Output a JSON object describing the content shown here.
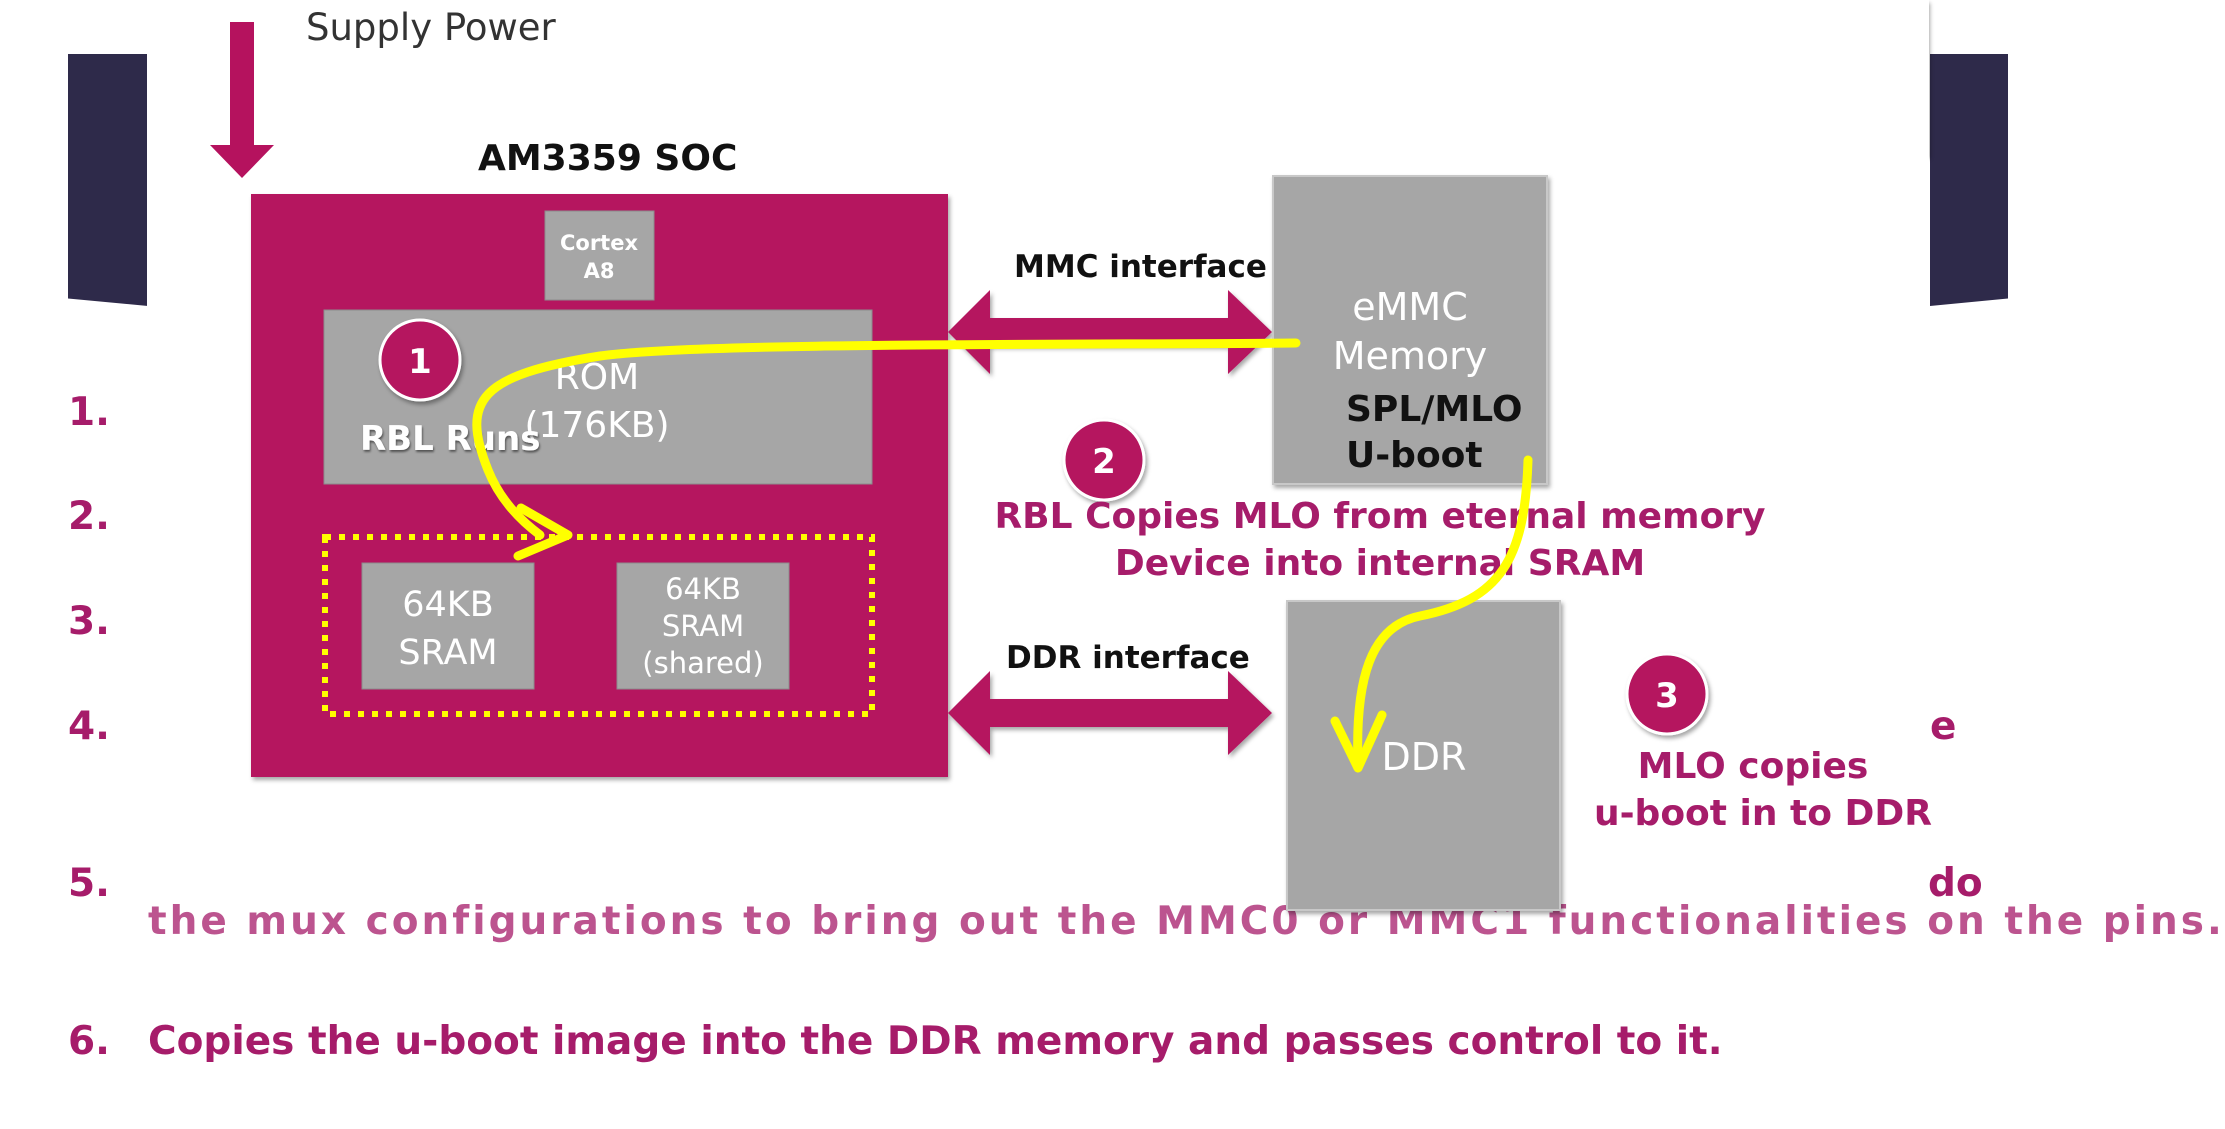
{
  "slide": {
    "numbers": [
      "1.",
      "2.",
      "3.",
      "4.",
      "5.",
      "6."
    ],
    "fragment_4_right": "e",
    "fragment_5_right": "do",
    "line_5_cont": "the mux configurations to bring out the MMC0 or MMC1 functionalities on the pins.",
    "line_6": "Copies the u-boot image into the DDR memory and passes control to it."
  },
  "diagram": {
    "supply_power": "Supply Power",
    "soc_title": "AM3359 SOC",
    "cortex_line1": "Cortex",
    "cortex_line2": "A8",
    "rom_line1": "ROM",
    "rom_line2": "(176KB)",
    "rbl_runs": "RBL Runs",
    "sram1_line1": "64KB",
    "sram1_line2": "SRAM",
    "sram2_line1": "64KB",
    "sram2_line2": "SRAM",
    "sram2_line3": "(shared)",
    "mmc_interface": "MMC interface",
    "ddr_interface": "DDR interface",
    "emmc_line1": "eMMC",
    "emmc_line2": "Memory",
    "emmc_line3": "SPL/MLO",
    "emmc_line4": "U-boot",
    "ddr_label": "DDR",
    "step1_num": "1",
    "step2_num": "2",
    "step3_num": "3",
    "step2_line1": "RBL Copies MLO  from eternal memory",
    "step2_line2": "Device into internal SRAM",
    "step3_line1": "MLO copies",
    "step3_line2": "u-boot in to DDR"
  },
  "colors": {
    "magenta": "#b5125e",
    "text_magenta": "#a61c6a",
    "gray_block": "#a6a6a6",
    "dark_navy": "#2e2a4a",
    "yellow": "#ffff00"
  }
}
